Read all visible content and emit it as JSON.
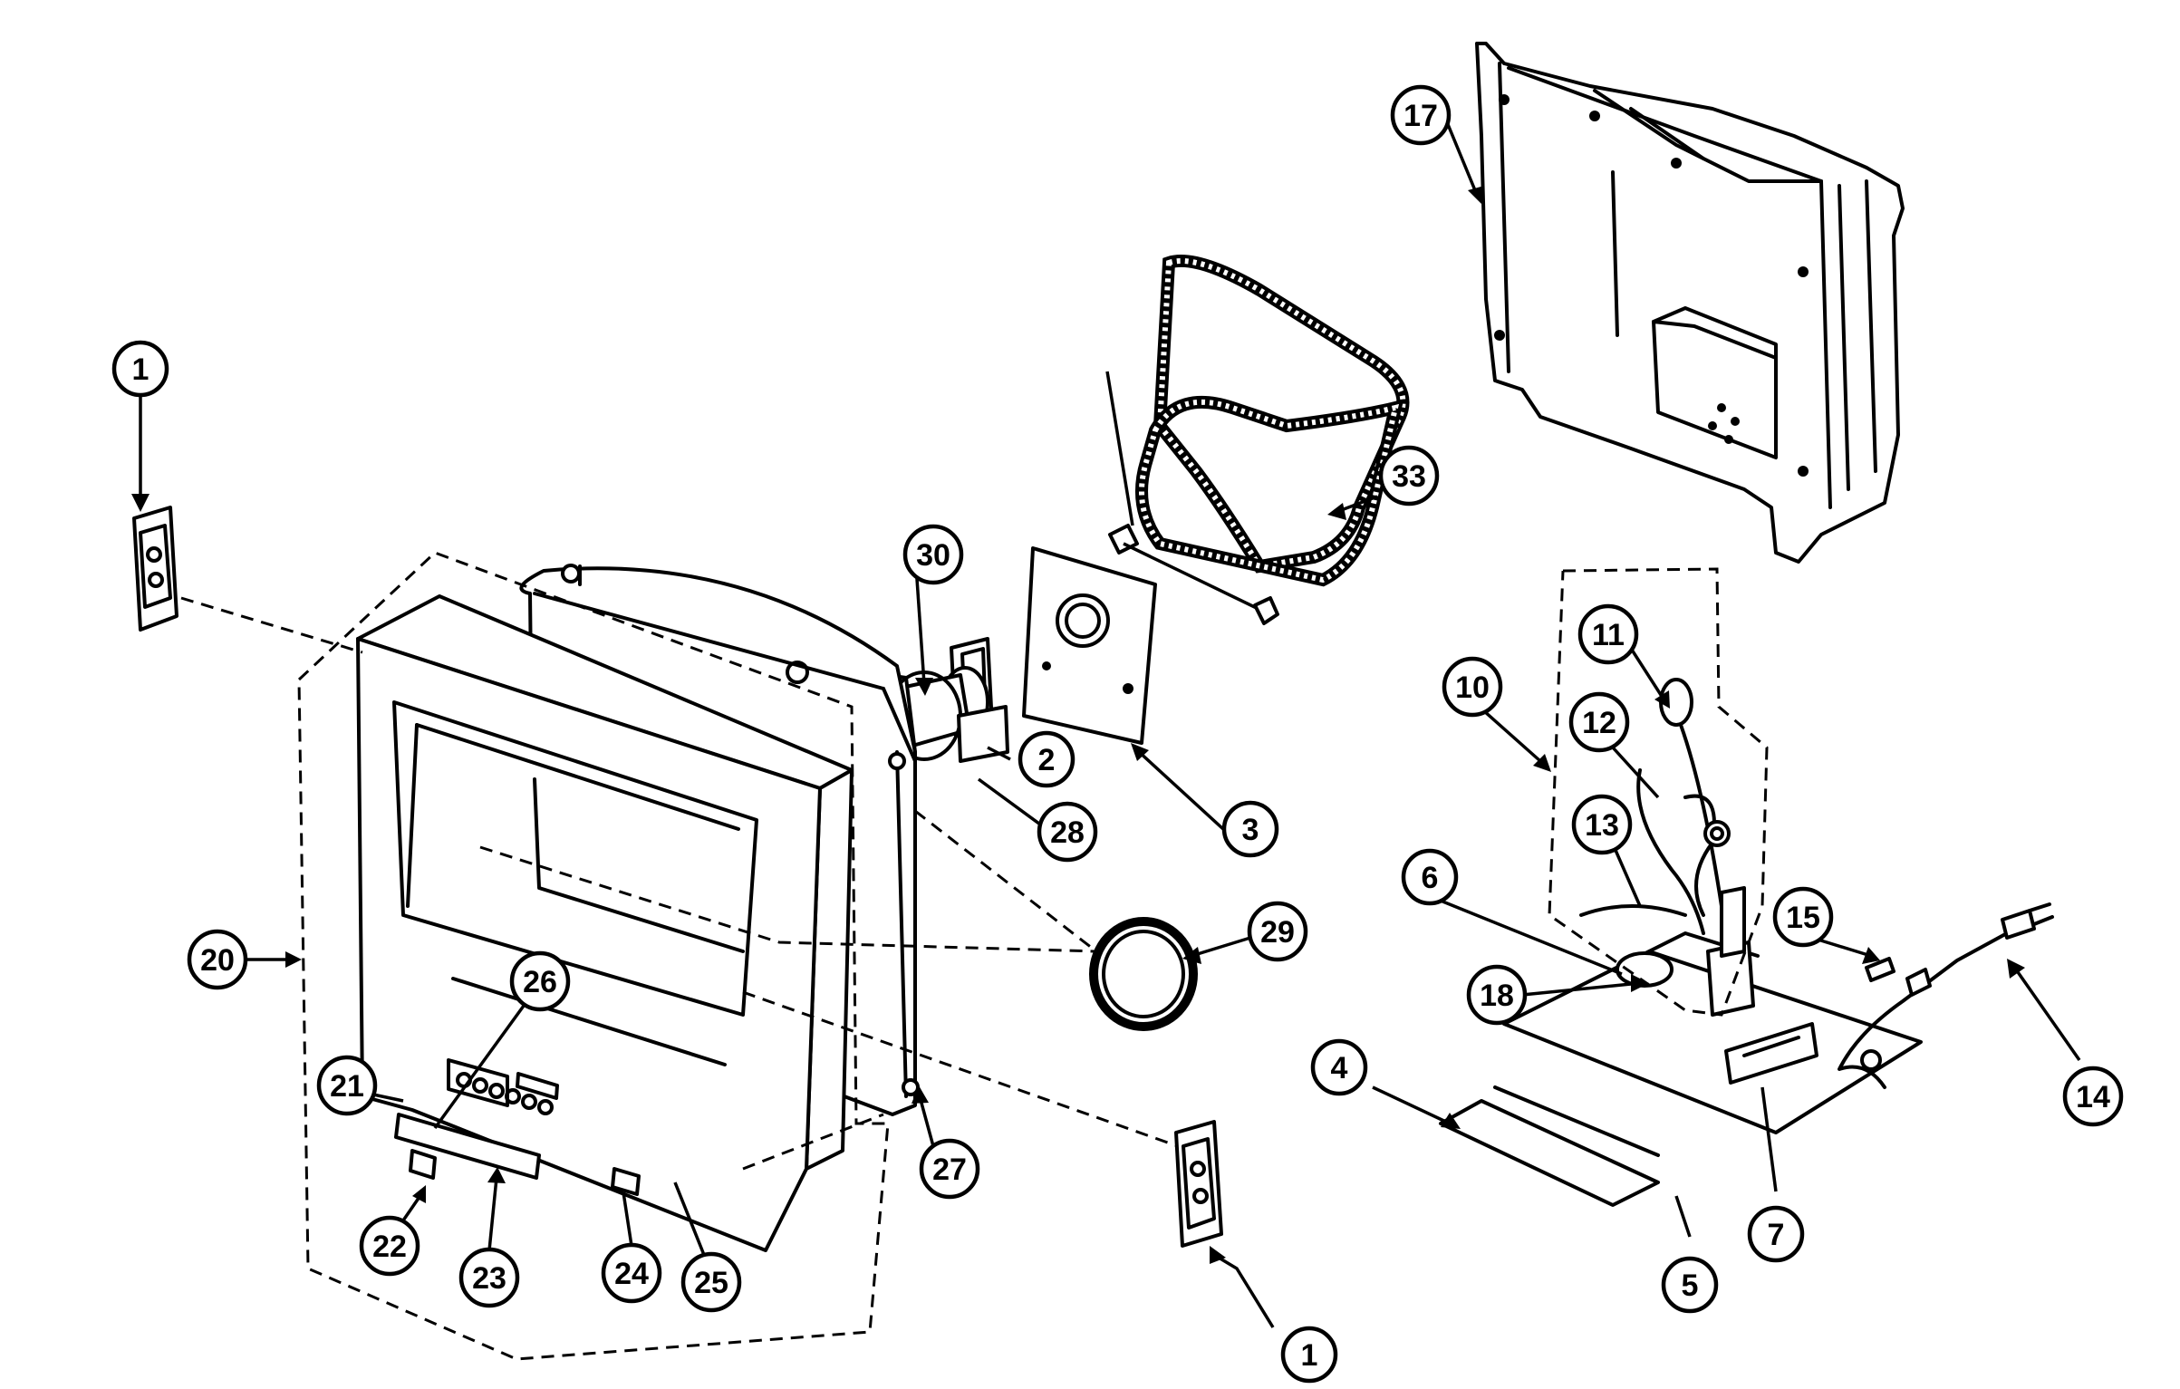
{
  "callouts": [
    {
      "id": "c1a",
      "label": "1"
    },
    {
      "id": "c1b",
      "label": "1"
    },
    {
      "id": "c2",
      "label": "2"
    },
    {
      "id": "c3",
      "label": "3"
    },
    {
      "id": "c4",
      "label": "4"
    },
    {
      "id": "c5",
      "label": "5"
    },
    {
      "id": "c6",
      "label": "6"
    },
    {
      "id": "c7",
      "label": "7"
    },
    {
      "id": "c10",
      "label": "10"
    },
    {
      "id": "c11",
      "label": "11"
    },
    {
      "id": "c12",
      "label": "12"
    },
    {
      "id": "c13",
      "label": "13"
    },
    {
      "id": "c14",
      "label": "14"
    },
    {
      "id": "c15",
      "label": "15"
    },
    {
      "id": "c17",
      "label": "17"
    },
    {
      "id": "c18",
      "label": "18"
    },
    {
      "id": "c20",
      "label": "20"
    },
    {
      "id": "c21",
      "label": "21"
    },
    {
      "id": "c22",
      "label": "22"
    },
    {
      "id": "c23",
      "label": "23"
    },
    {
      "id": "c24",
      "label": "24"
    },
    {
      "id": "c25",
      "label": "25"
    },
    {
      "id": "c26",
      "label": "26"
    },
    {
      "id": "c27",
      "label": "27"
    },
    {
      "id": "c28",
      "label": "28"
    },
    {
      "id": "c29",
      "label": "29"
    },
    {
      "id": "c30",
      "label": "30"
    },
    {
      "id": "c33",
      "label": "33"
    }
  ],
  "colors": {
    "line": "#000000",
    "background": "#ffffff"
  }
}
